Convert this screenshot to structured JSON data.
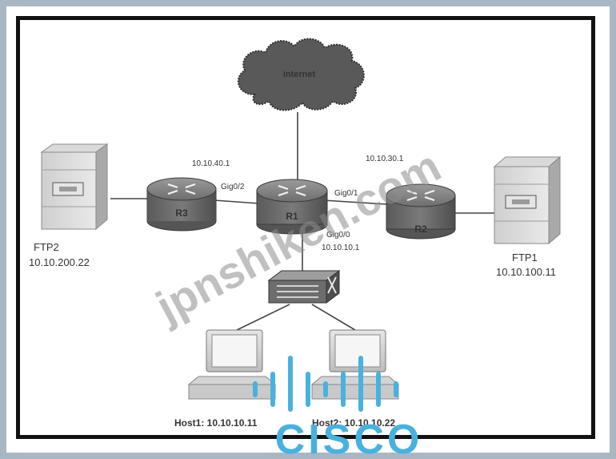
{
  "diagram": {
    "internet_label": "internet",
    "routers": {
      "r1": "R1",
      "r2": "R2",
      "r3": "R3"
    },
    "interfaces": {
      "r1_gig0_2": "Gig0/2",
      "r1_gig0_1": "Gig0/1",
      "r1_gig0_0": "Gig0/0",
      "r1_gig0_0_ip": "10.10.10.1",
      "r3_link_ip": "10.10.40.1",
      "r2_link_ip": "10.10.30.1"
    },
    "servers": {
      "ftp2_name": "FTP2",
      "ftp2_ip": "10.10.200.22",
      "ftp1_name": "FTP1",
      "ftp1_ip": "10.10.100.11"
    },
    "hosts": {
      "host1": "Host1: 10.10.10.11",
      "host2": "Host2: 10.10.10.22"
    },
    "watermark": "jpnshiken.com",
    "logo_text": "CISCO"
  },
  "colors": {
    "background": "#a9b6c4",
    "router_fill": "#6b6b6b",
    "cloud_fill": "#5a5a5a",
    "logo": "#49b1dd"
  }
}
